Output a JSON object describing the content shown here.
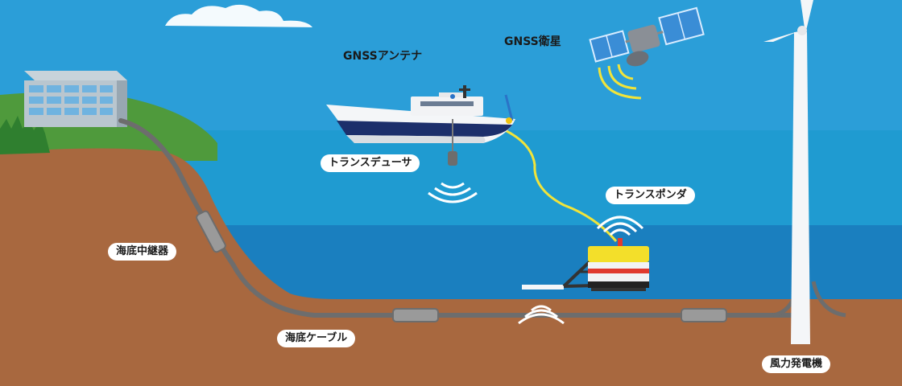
{
  "labels": {
    "gnss_antenna": "GNSSアンテナ",
    "gnss_satellite": "GNSS衛星",
    "transducer": "トランスデューサ",
    "transponder": "トランスポンダ",
    "seabed_repeater": "海底中継器",
    "submarine_cable": "海底ケーブル",
    "wind_turbine": "風力発電機"
  },
  "colors": {
    "sky": "#2b9ed8",
    "sea_surface": "#1f9bd1",
    "sea_deep": "#1a7fbf",
    "seabed": "#a8683f",
    "grass": "#4f9a3c",
    "cable": "#6d6d6d",
    "signal_cable": "#f1e43a",
    "transponder_yellow": "#f3df2a"
  },
  "icons": {
    "satellite": "satellite-icon",
    "ship": "ship-icon",
    "building": "building-icon",
    "wind_turbine": "wind-turbine-icon"
  }
}
